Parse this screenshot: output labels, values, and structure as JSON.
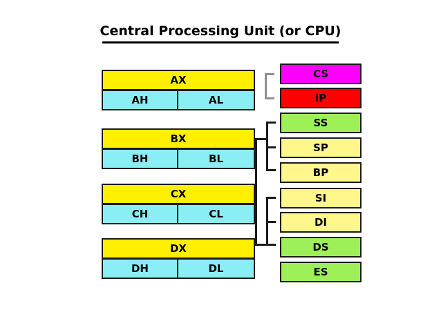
{
  "diagram": {
    "title": "Central Processing Unit (or CPU)",
    "colors": {
      "register_full": "#FFF000",
      "register_half": "#8AEFF5",
      "code_segment": "#FF00FF",
      "instruction_pointer": "#FF0000",
      "segment_green": "#9EF059",
      "pointer_yellow": "#FFF78C",
      "outline": "#1a1a1a",
      "bracket_light": "#8e8e8e",
      "background": "#FFFFFF"
    },
    "general_registers": [
      {
        "full": "AX",
        "high": "AH",
        "low": "AL"
      },
      {
        "full": "BX",
        "high": "BH",
        "low": "BL"
      },
      {
        "full": "CX",
        "high": "CH",
        "low": "CL"
      },
      {
        "full": "DX",
        "high": "DH",
        "low": "DL"
      }
    ],
    "special_registers": [
      {
        "label": "CS",
        "color": "#FF00FF"
      },
      {
        "label": "IP",
        "color": "#FF0000"
      },
      {
        "label": "SS",
        "color": "#9EF059"
      },
      {
        "label": "SP",
        "color": "#FFF78C"
      },
      {
        "label": "BP",
        "color": "#FFF78C"
      },
      {
        "label": "SI",
        "color": "#FFF78C"
      },
      {
        "label": "DI",
        "color": "#FFF78C"
      },
      {
        "label": "DS",
        "color": "#9EF059"
      },
      {
        "label": "ES",
        "color": "#9EF059"
      }
    ]
  }
}
